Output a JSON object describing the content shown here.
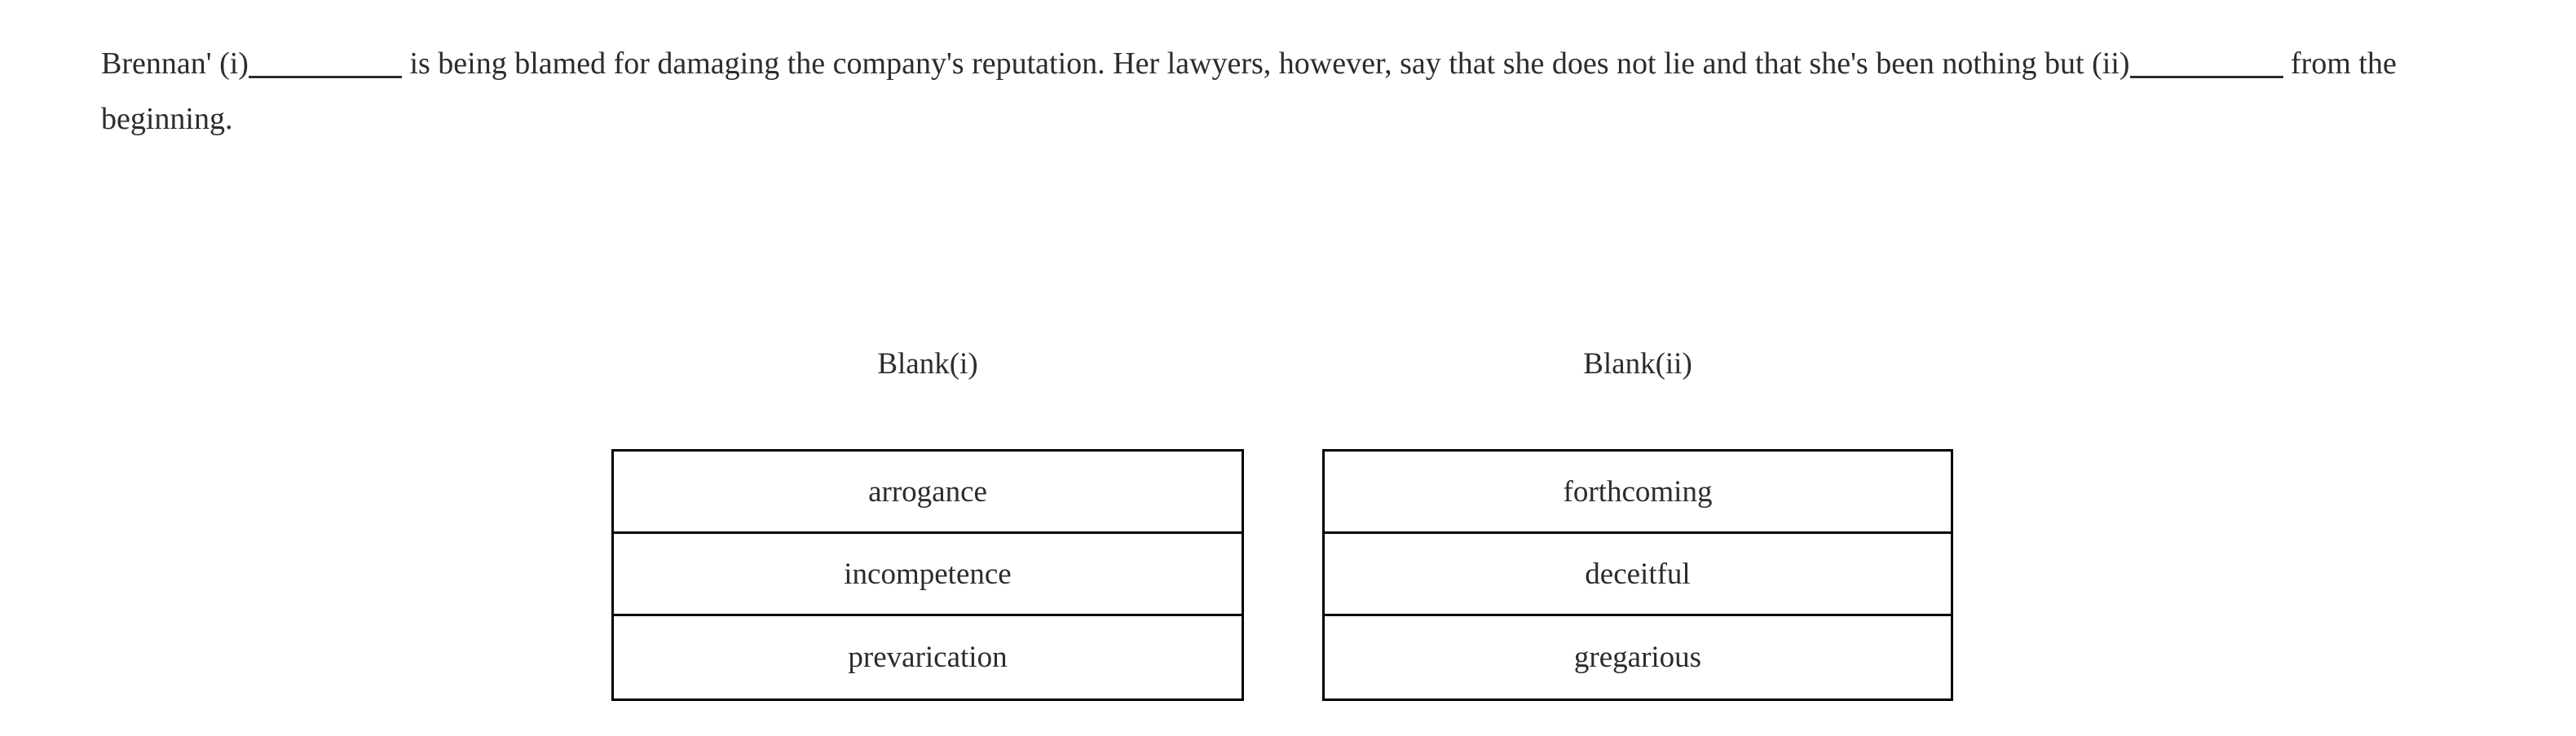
{
  "question": {
    "line1_before_blank": "Brennan' (i)",
    "line1_after_blank": " is being blamed for damaging the company's reputation. Her lawyers, however, say that she does not lie and that she's been nothing but (ii)",
    "line2_after_blank": " from the beginning.",
    "full_text": "Brennan' (i)_____________ is being blamed for damaging the company's reputation. Her lawyers, however, say that she does not lie and that she's been nothing but (ii)_____________ from the beginning.",
    "blank_i_marker": "(i)",
    "blank_ii_marker": "(ii)"
  },
  "columns": [
    {
      "label": "Blank(i)",
      "options": [
        {
          "text": "arrogance"
        },
        {
          "text": "incompetence"
        },
        {
          "text": "prevarication"
        }
      ]
    },
    {
      "label": "Blank(ii)",
      "options": [
        {
          "text": "forthcoming"
        },
        {
          "text": "deceitful"
        },
        {
          "text": "gregarious"
        }
      ]
    }
  ],
  "colors": {
    "text": "#2c2c2c",
    "border": "#000000",
    "background": "#ffffff"
  }
}
